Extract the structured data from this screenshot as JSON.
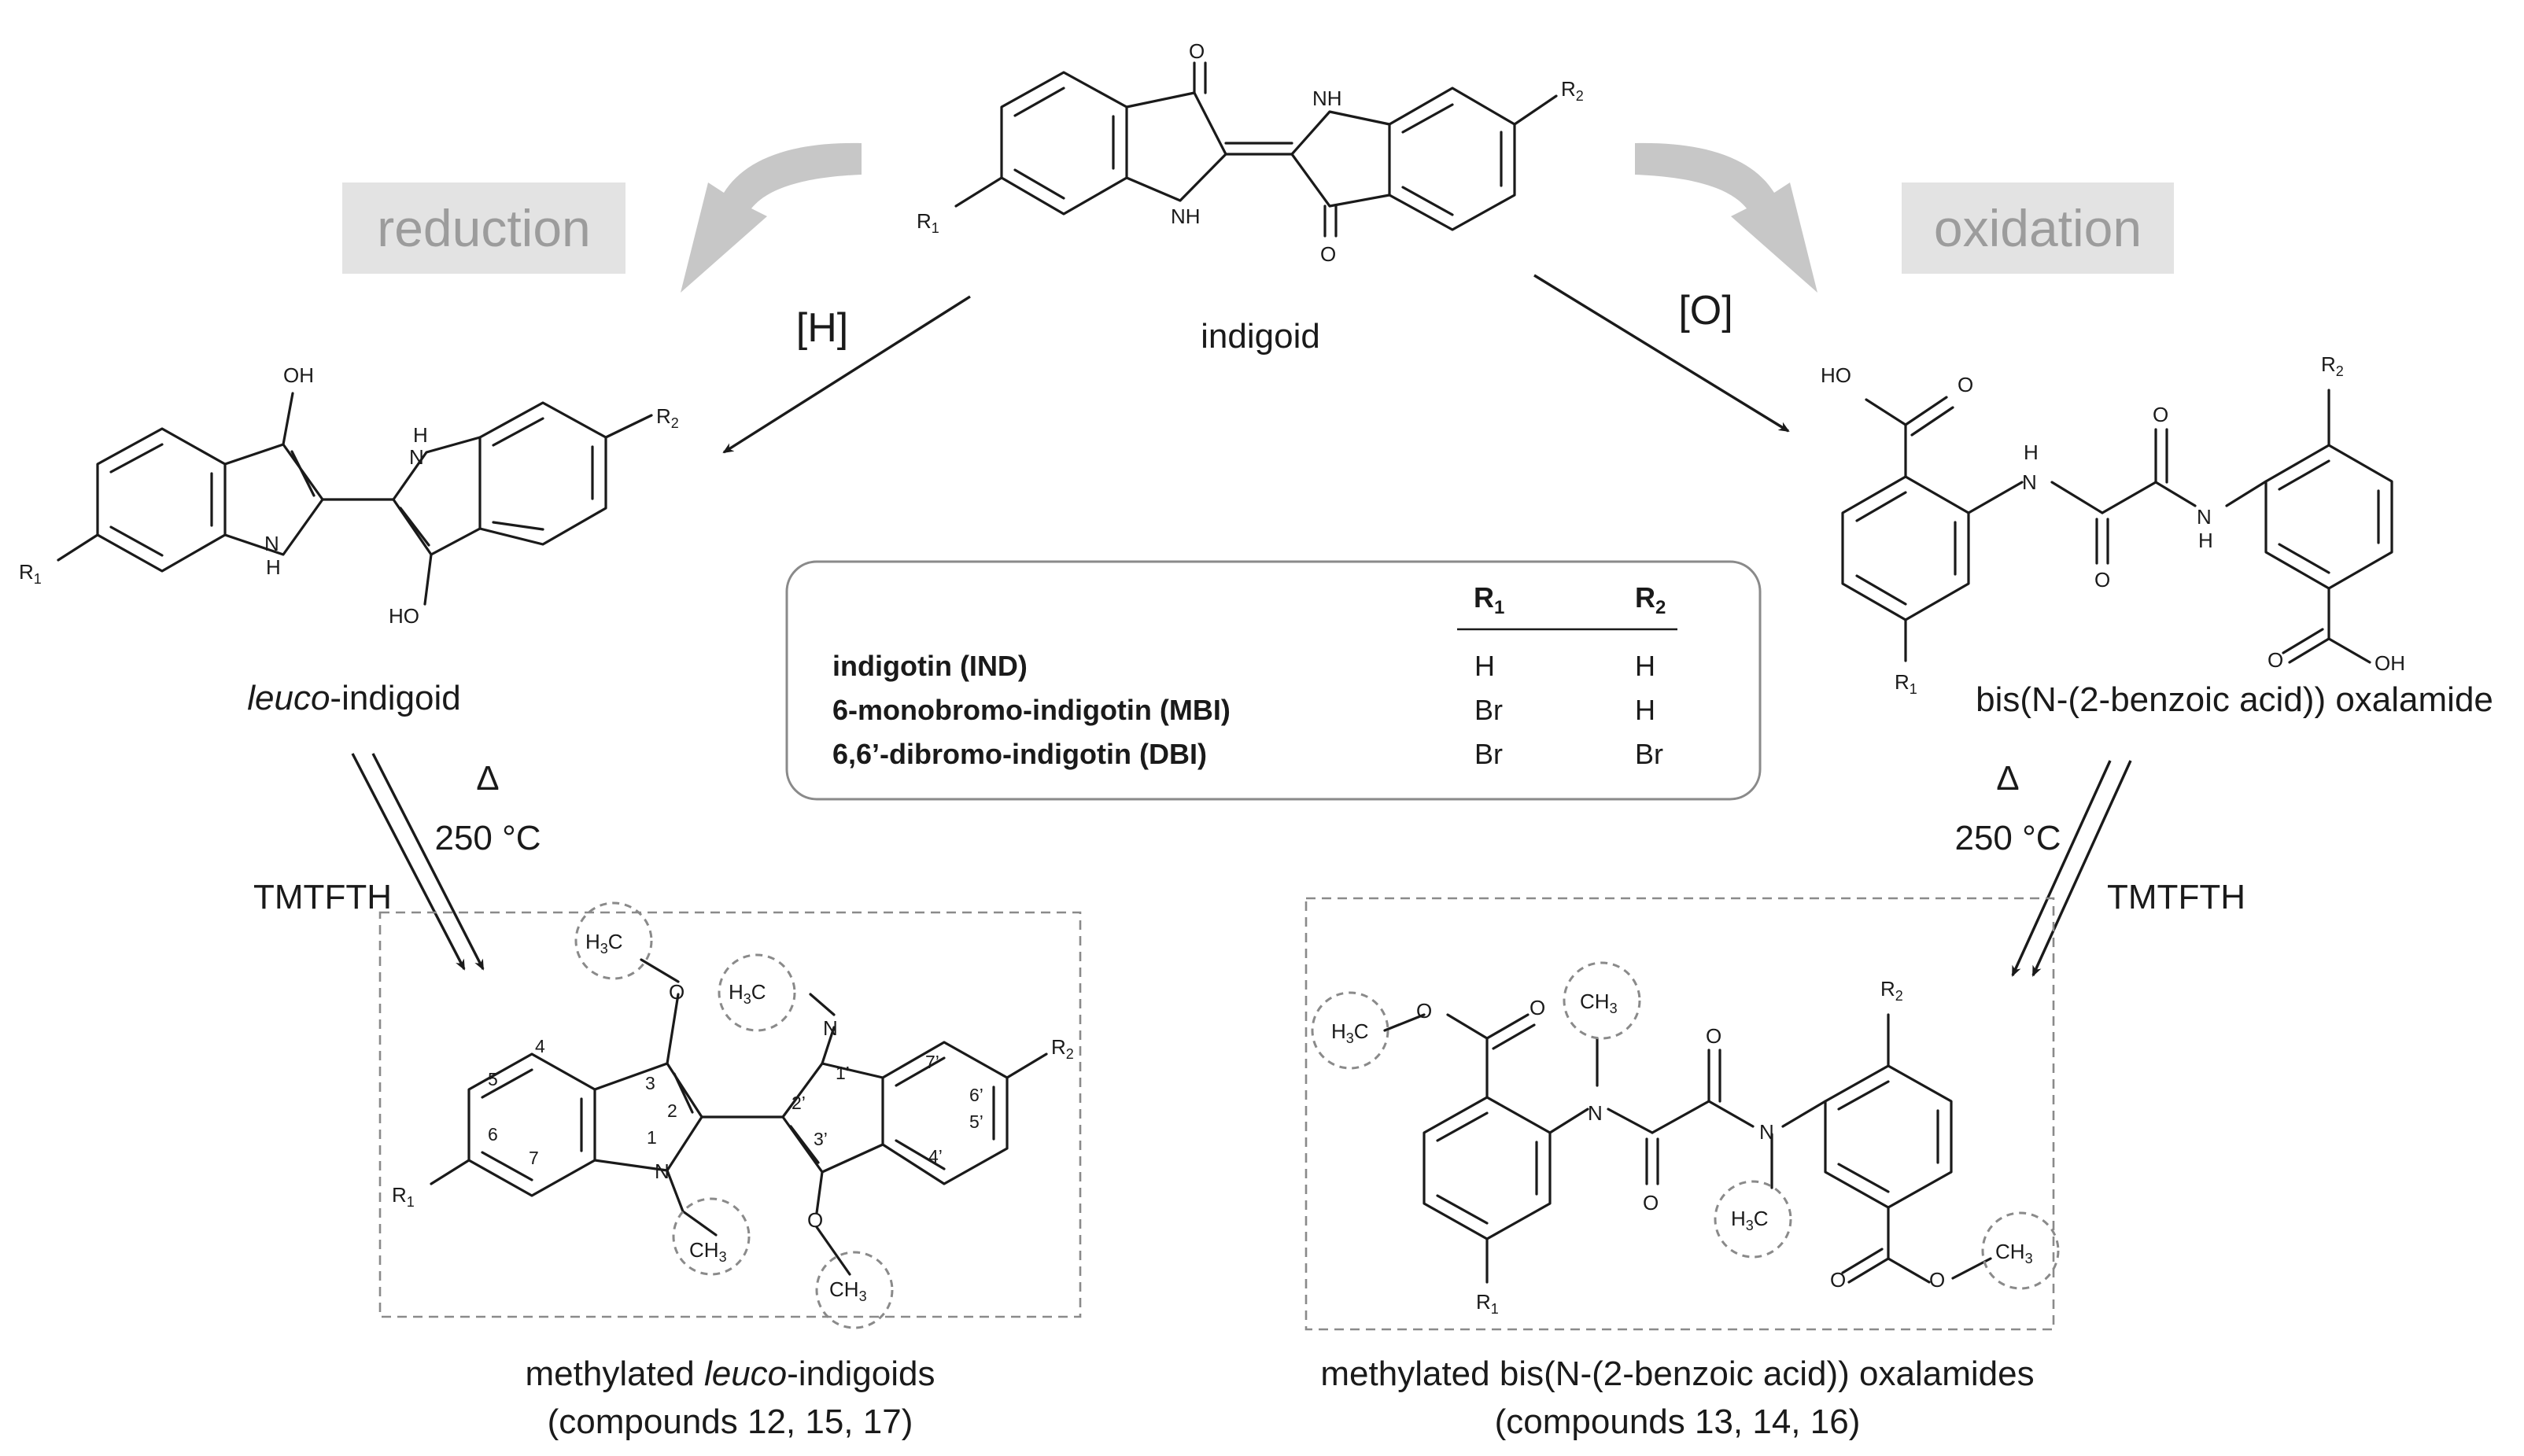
{
  "processes": {
    "reduction": "reduction",
    "oxidation": "oxidation"
  },
  "reagents": {
    "reduction": "[H]",
    "oxidation": "[O]"
  },
  "conditions": {
    "heat_symbol": "Δ",
    "temperature": "250 °C",
    "methylating_agent": "TMTFTH"
  },
  "compounds": {
    "indigoid": "indigoid",
    "leuco_prefix": "leuco",
    "leuco_suffix": "-indigoid",
    "oxalamide": "bis(N-(2-benzoic acid)) oxalamide",
    "methylated_leuco_pre": "methylated ",
    "methylated_leuco_italic": "leuco",
    "methylated_leuco_post": "-indigoids",
    "methylated_leuco_ids": "(compounds 12, 15, 17)",
    "methylated_oxalamide": "methylated bis(N-(2-benzoic acid)) oxalamides",
    "methylated_oxalamide_ids": "(compounds 13, 14, 16)"
  },
  "substituent_table": {
    "header_r1": "R",
    "header_r1_sub": "1",
    "header_r2": "R",
    "header_r2_sub": "2",
    "rows": [
      {
        "name": "indigotin (IND)",
        "r1": "H",
        "r2": "H"
      },
      {
        "name": "6-monobromo-indigotin (MBI)",
        "r1": "Br",
        "r2": "H"
      },
      {
        "name": "6,6’-dibromo-indigotin (DBI)",
        "r1": "Br",
        "r2": "Br"
      }
    ]
  },
  "atom_labels": {
    "O": "O",
    "NH": "NH",
    "H": "H",
    "N": "N",
    "OH": "OH",
    "HO": "HO",
    "R": "R",
    "r1_sub": "1",
    "r2_sub": "2",
    "CH": "CH",
    "HC": "H",
    "C": "C",
    "three": "3"
  },
  "ring_numbering": {
    "n1": "1",
    "n2": "2",
    "n3": "3",
    "n4": "4",
    "n5": "5",
    "n6": "6",
    "n7": "7",
    "p1": "1’",
    "p2": "2’",
    "p3": "3’",
    "p4": "4’",
    "p5": "5’",
    "p6": "6’",
    "p7": "7’"
  },
  "colors": {
    "process_box": "#e3e3e3",
    "process_text": "#9c9c9c",
    "curved_arrow": "#c7c7c7",
    "dashed_outline": "#8a8a8a"
  }
}
